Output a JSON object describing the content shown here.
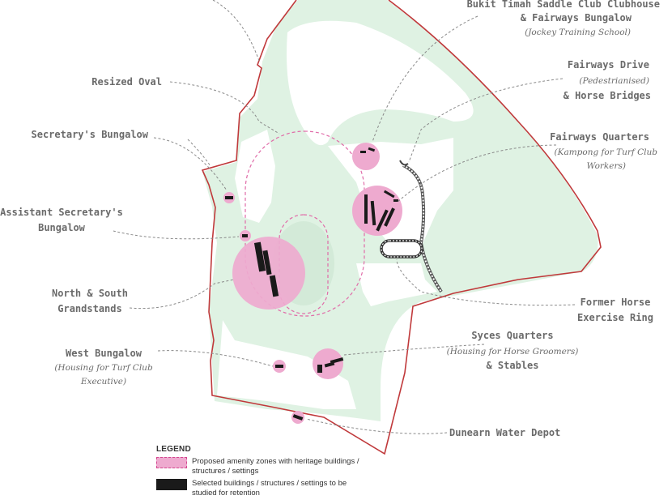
{
  "map": {
    "labels": {
      "clubhouse": {
        "line1": "Bukit Timah Saddle Club Clubhouse",
        "line2": "& Fairways Bungalow",
        "sub": "(Jockey Training School)"
      },
      "fairways_drive": {
        "line1": "Fairways Drive",
        "sub": "(Pedestrianised)",
        "line2": "& Horse Bridges"
      },
      "fairways_quarters": {
        "line1": "Fairways Quarters",
        "sub1": "(Kampong for Turf Club",
        "sub2": "Workers)"
      },
      "resized_oval": {
        "line1": "Resized Oval"
      },
      "secretary_bungalow": {
        "line1": "Secretary's Bungalow"
      },
      "assistant_secretary": {
        "line1": "Assistant Secretary's",
        "line2": "Bungalow"
      },
      "grandstands": {
        "line1": "North & South",
        "line2": "Grandstands"
      },
      "west_bungalow": {
        "line1": "West Bungalow",
        "sub1": "(Housing for Turf Club",
        "sub2": "Executive)"
      },
      "horse_ring": {
        "line1": "Former Horse",
        "line2": "Exercise Ring"
      },
      "syces_quarters": {
        "line1": "Syces Quarters",
        "sub": "(Housing for Horse Groomers)",
        "line2": "& Stables"
      },
      "water_depot": {
        "line1": "Dunearn Water Depot"
      }
    },
    "colors": {
      "green": "#dff2e3",
      "pink": "#eeaacf",
      "boundary": "#c0393b",
      "building": "#1a1a1a"
    }
  },
  "legend": {
    "title": "LEGEND",
    "items": [
      {
        "swatch": "pink-dashed",
        "text": "Proposed amenity zones with heritage buildings / structures / settings"
      },
      {
        "swatch": "black",
        "text": "Selected buildings / structures / settings to be studied for retention"
      }
    ]
  }
}
